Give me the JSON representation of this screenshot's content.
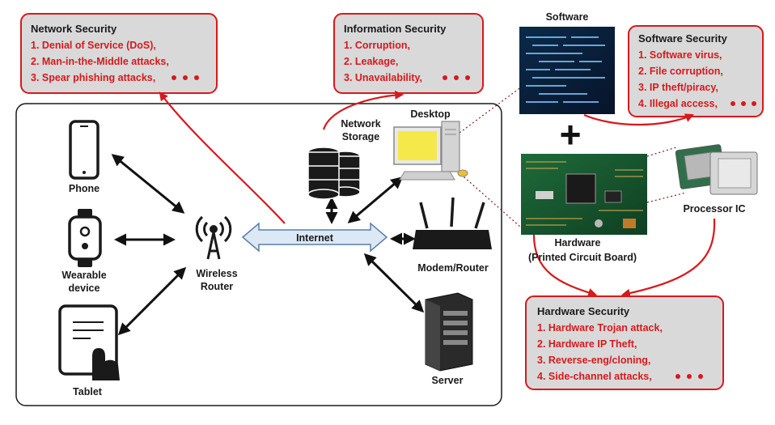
{
  "colors": {
    "box_border": "#d7191c",
    "box_fill": "#d9d9d9",
    "item_text": "#d7191c",
    "arrow_red": "#d7191c",
    "arrow_black": "#111111",
    "internet_fill": "#dce8f5",
    "internet_border": "#5b7fa8"
  },
  "network_security": {
    "title": "Network Security",
    "items": [
      "1. Denial of Service (DoS),",
      "2. Man-in-the-Middle attacks,",
      "3. Spear phishing attacks,"
    ],
    "has_more": true
  },
  "information_security": {
    "title": "Information Security",
    "items": [
      "1. Corruption,",
      "2. Leakage,",
      "3. Unavailability,"
    ],
    "has_more": true
  },
  "software_security": {
    "title": "Software Security",
    "items": [
      "1. Software virus,",
      "2. File corruption,",
      "3. IP theft/piracy,",
      "4. Illegal access,"
    ],
    "has_more": true
  },
  "hardware_security": {
    "title": "Hardware Security",
    "items": [
      "1. Hardware Trojan attack,",
      "2. Hardware IP Theft,",
      "3. Reverse-eng/cloning,",
      "4. Side-channel attacks,"
    ],
    "has_more": true
  },
  "labels": {
    "software": "Software",
    "desktop": "Desktop",
    "network_storage_1": "Network",
    "network_storage_2": "Storage",
    "phone": "Phone",
    "wearable_1": "Wearable",
    "wearable_2": "device",
    "tablet": "Tablet",
    "wireless_1": "Wireless",
    "wireless_2": "Router",
    "internet": "Internet",
    "modem_router": "Modem/Router",
    "server": "Server",
    "hardware_1": "Hardware",
    "hardware_2": "(Printed Circuit Board)",
    "processor_ic": "Processor IC",
    "plus": "+"
  },
  "icons": [
    "phone-icon",
    "wearable-icon",
    "tablet-icon",
    "wireless-router-icon",
    "network-storage-icon",
    "desktop-icon",
    "modem-router-icon",
    "server-icon",
    "software-code-image",
    "pcb-image",
    "processor-ic-image"
  ]
}
